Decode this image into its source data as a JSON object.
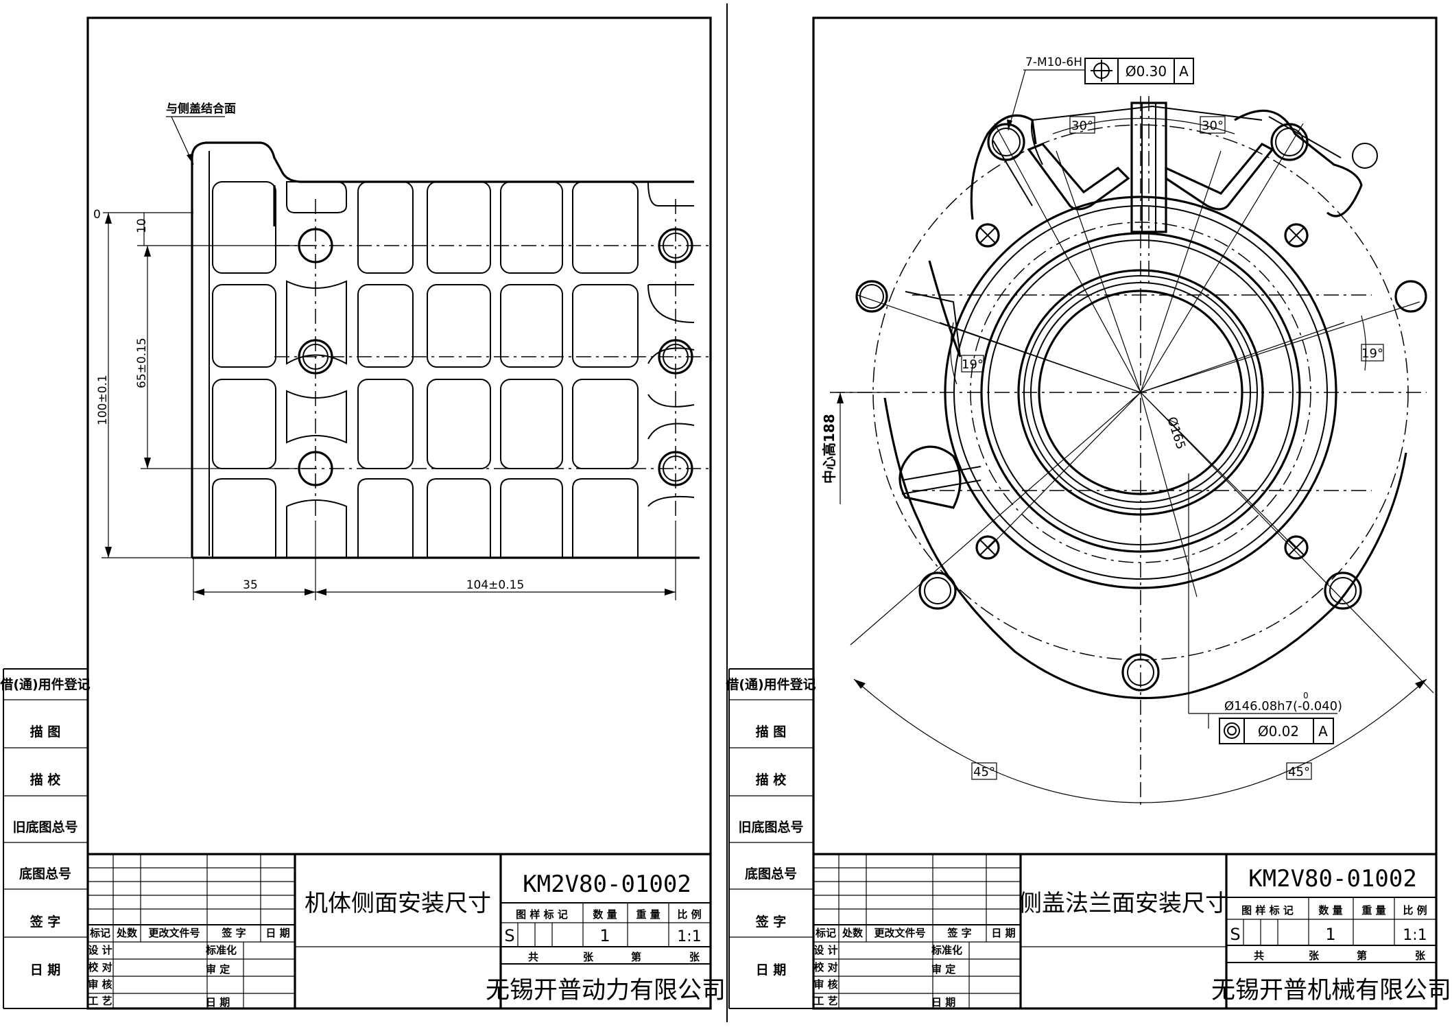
{
  "left_sheet": {
    "note_label": "与侧盖结合面",
    "dims": {
      "zero": "0",
      "d10": "10",
      "d65": "65±0.15",
      "d100": "100±0.1",
      "d35": "35",
      "d104": "104±0.15"
    },
    "title": "机体侧面安装尺寸",
    "drawing_number": "KM2V80-01002",
    "company": "无锡开普动力有限公司"
  },
  "right_sheet": {
    "thread_callout": "7-M10-6H",
    "pos_tol_value": "Ø0.30",
    "datum": "A",
    "angle_30": "30°",
    "angle_19": "19°",
    "angle_45": "45°",
    "center_height": "中心高188",
    "dia_165": "Ø165",
    "dia_146": "Ø146.08h7(-0.040)",
    "dia_146_upper": "0",
    "conc_tol_value": "Ø0.02",
    "title": "侧盖法兰面安装尺寸",
    "drawing_number": "KM2V80-01002",
    "company": "无锡开普机械有限公司"
  },
  "side_table": [
    "借(通)用件登记",
    "描 图",
    "描 校",
    "旧底图总号",
    "底图总号",
    "签 字",
    "日 期"
  ],
  "title_block": {
    "rev_headers": [
      "标记",
      "处数",
      "更改文件号",
      "签 字",
      "日 期"
    ],
    "sign_rows": [
      "设 计",
      "校 对",
      "审 核",
      "工 艺"
    ],
    "std_label": "标准化",
    "approve_label": "审 定",
    "date_label": "日 期",
    "attr_headers": [
      "图 样 标 记",
      "数 量",
      "重 量",
      "比 例"
    ],
    "stage_mark": "S",
    "quantity": "1",
    "scale": "1:1",
    "sheet_labels": [
      "共",
      "张",
      "第",
      "张"
    ]
  }
}
